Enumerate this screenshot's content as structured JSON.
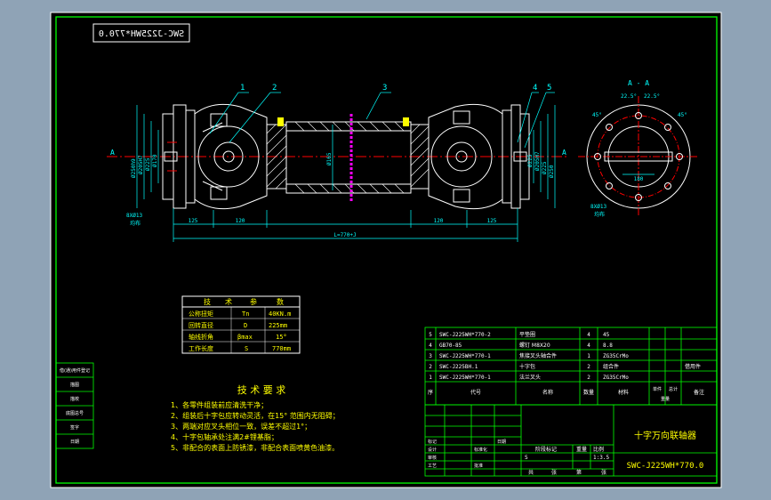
{
  "drawing_code_mirrored": "SWC-J225WH*770.0",
  "part_callouts": [
    "1",
    "2",
    "3",
    "4",
    "5"
  ],
  "section_label": "A - A",
  "section_marker": "A",
  "dimensions": {
    "left_flange_dia_1": "Ø250h9",
    "left_flange_dia_2": "Ø205H7",
    "left_flange_dia_3": "Ø225",
    "left_flange_dia_4": "Ø170",
    "shaft_dia": "Ø165",
    "right_flange_dia_1": "Ø225",
    "right_flange_dia_2": "Ø205H7",
    "right_flange_dia_3": "Ø225",
    "right_flange_dia_4": "Ø250",
    "bolt_note_left": "8XØ13",
    "bolt_note_left_2": "均布",
    "bolt_note_right": "8XØ13",
    "bolt_note_right_2": "均布",
    "seg_125_left": "125",
    "seg_120_left": "120",
    "seg_120_right": "120",
    "seg_125_right": "125",
    "total_length": "L=770+J",
    "angle_1": "22.5°",
    "angle_2": "22.5°",
    "angle_3": "45°",
    "angle_4": "45°",
    "section_dim": "180"
  },
  "params_table": {
    "headers": [
      "技",
      "术",
      "参",
      "数"
    ],
    "rows": [
      [
        "公称扭矩",
        "Tn",
        "40KN.m"
      ],
      [
        "回转直径",
        "D",
        "225mm"
      ],
      [
        "轴线折角",
        "βmax",
        "15°"
      ],
      [
        "工作长度",
        "S",
        "770mm"
      ]
    ]
  },
  "tech_req": {
    "title": "技 术 要 求",
    "items": [
      "1、各零件组装前应清洗干净；",
      "2、组装后十字包应转动灵活，在15° 范围内无阻碍；",
      "3、两端对应叉头相位一致，误差不超过1°；",
      "4、十字包轴承处注满2#锂基脂；",
      "5、非配合的表面上防锈漆，非配合表面喷黄色油漆。"
    ]
  },
  "bom": {
    "rows": [
      [
        "5",
        "SWC-J225WH*770-2",
        "平垫圈",
        "4",
        "45",
        ""
      ],
      [
        "4",
        "GB70-85",
        "螺钉 M8X20",
        "4",
        "8.8",
        ""
      ],
      [
        "3",
        "SWC-J225WH*770-1",
        "焦接叉头轴合件",
        "1",
        "ZG35CrMo",
        ""
      ],
      [
        "2",
        "SWC-J225BH.1",
        "十字包",
        "2",
        "组合件",
        "借用件"
      ],
      [
        "1",
        "SWC-J225WH*770-1",
        "法兰叉头",
        "2",
        "ZG35CrMo",
        ""
      ]
    ],
    "header": [
      "序",
      "代号",
      "名称",
      "数量",
      "材料",
      "单件",
      "总计",
      "重量",
      "备注"
    ]
  },
  "title_block": {
    "product_name": "十字万向联轴器",
    "drawing_code": "SWC-J225WH*770.0",
    "stage_label": "阶段标记",
    "weight_label": "重量",
    "scale_label": "比例",
    "scale": "1:3.5",
    "mark": "S",
    "sheet_label": "共",
    "sheet_label_2": "张",
    "sheet_of": "第",
    "sheet_of_2": "张",
    "row_labels": [
      "标记",
      "设计",
      "审核",
      "工艺"
    ],
    "std_label": "标准化",
    "approve_label": "批准",
    "date_label": "日期"
  },
  "left_side_labels": [
    "借(通)用件登记",
    "描图",
    "描校",
    "底图总号",
    "签字",
    "日期"
  ],
  "colors": {
    "background": "#000000",
    "border": "#00ff00",
    "outline": "#ffffff",
    "text_yellow": "#ffff00",
    "dimension": "#00ffff",
    "center_line": "#ff0000",
    "hatch": "#ff00ff",
    "accent": "#00ff00"
  }
}
